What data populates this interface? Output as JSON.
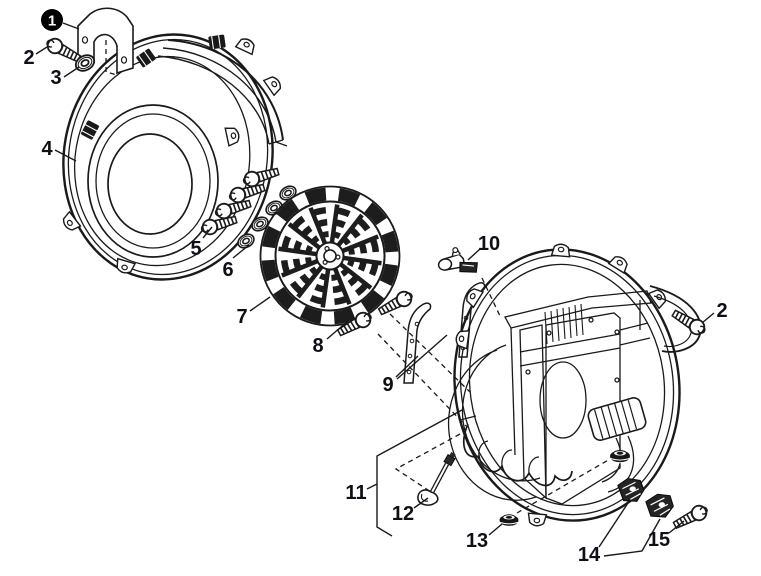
{
  "app": {
    "type": "exploded-parts-diagram",
    "background": "#ffffff"
  },
  "colors": {
    "line": "#1a1a1a",
    "label": "#0f0f16",
    "badge_bg": "#000000",
    "badge_fg": "#ffffff"
  },
  "callouts": [
    {
      "id": "c1",
      "label": "1",
      "style": "filled-circle-badge"
    },
    {
      "id": "c2-left",
      "label": "2",
      "style": "plain"
    },
    {
      "id": "c3",
      "label": "3",
      "style": "plain"
    },
    {
      "id": "c4",
      "label": "4",
      "style": "plain"
    },
    {
      "id": "c5",
      "label": "5",
      "style": "plain"
    },
    {
      "id": "c6",
      "label": "6",
      "style": "plain"
    },
    {
      "id": "c7",
      "label": "7",
      "style": "plain"
    },
    {
      "id": "c8",
      "label": "8",
      "style": "plain"
    },
    {
      "id": "c9",
      "label": "9",
      "style": "plain"
    },
    {
      "id": "c10",
      "label": "10",
      "style": "plain"
    },
    {
      "id": "c2-right",
      "label": "2",
      "style": "plain"
    },
    {
      "id": "c11",
      "label": "11",
      "style": "plain"
    },
    {
      "id": "c12",
      "label": "12",
      "style": "plain"
    },
    {
      "id": "c13",
      "label": "13",
      "style": "plain"
    },
    {
      "id": "c14",
      "label": "14",
      "style": "plain"
    },
    {
      "id": "c15",
      "label": "15",
      "style": "plain"
    }
  ]
}
